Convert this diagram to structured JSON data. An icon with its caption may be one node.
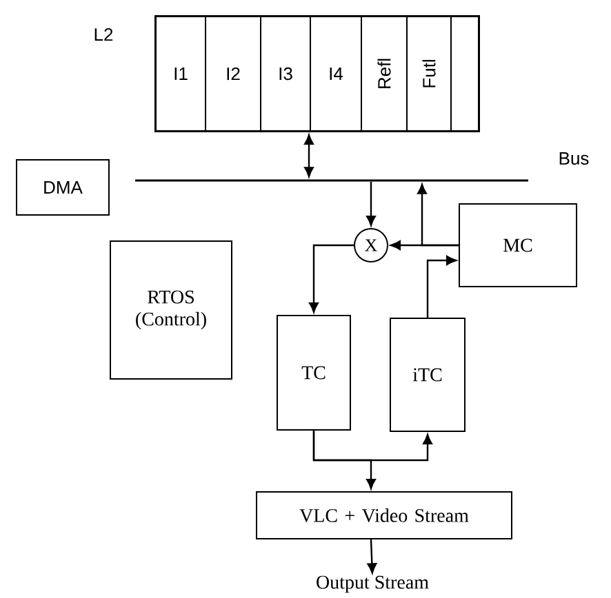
{
  "diagram": {
    "nodes": [
      {
        "text": [
          "L2"
        ]
      },
      {
        "text": [
          "I1"
        ],
        "in": 0
      },
      {
        "text": [
          "I2"
        ],
        "in": 0
      },
      {
        "text": [
          "I3"
        ],
        "in": 0
      },
      {
        "text": [
          "I4"
        ],
        "in": 0
      },
      {
        "text": [
          "Refl"
        ],
        "in": 0
      },
      {
        "text": [
          "Futl"
        ],
        "in": 0
      },
      {
        "text": [],
        "shape": "box",
        "in": 0
      },
      {
        "text": [],
        "shape": "bar",
        "beside": [
          "Bus"
        ]
      },
      {
        "text": [
          "DMA"
        ]
      },
      {
        "text": [
          "RTOS (Control)"
        ]
      },
      {
        "text": [
          "X"
        ]
      },
      {
        "text": [
          "MC"
        ]
      },
      {
        "text": [
          "TC"
        ]
      },
      {
        "text": [
          "iTC"
        ]
      },
      {
        "text": [
          "VLC + Video Stream"
        ]
      },
      {
        "text": [
          "Output Stream"
        ]
      }
    ],
    "edges": [
      {
        "from": 0,
        "to": 8,
        "arrow": "both"
      },
      {
        "from": 8,
        "to": 11,
        "arrow": "to"
      },
      {
        "from": 12,
        "to": 8,
        "arrow": "to"
      },
      {
        "from": 12,
        "to": 11,
        "arrow": "to"
      },
      {
        "from": 11,
        "to": 13,
        "arrow": "to"
      },
      {
        "from": 14,
        "to": 12,
        "arrow": "to"
      },
      {
        "from": 13,
        "to": 15,
        "arrow": "to"
      },
      {
        "from": 13,
        "to": 14,
        "arrow": "to"
      },
      {
        "from": 15,
        "to": 16,
        "arrow": "to"
      }
    ]
  }
}
